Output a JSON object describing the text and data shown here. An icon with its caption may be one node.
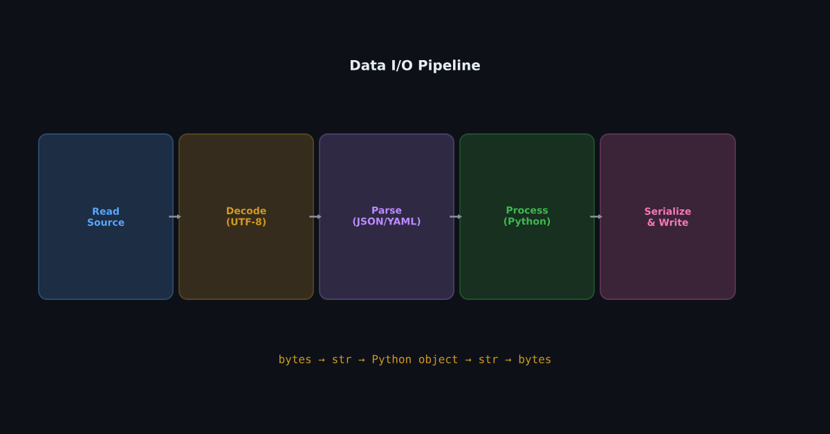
{
  "diagram": {
    "title": "Data I/O Pipeline",
    "nodes": [
      {
        "text": [
          "Read Source"
        ]
      },
      {
        "text": [
          "Decode (UTF-8)"
        ]
      },
      {
        "text": [
          "Parse (JSON/YAML)"
        ]
      },
      {
        "text": [
          "Process (Python)"
        ]
      },
      {
        "text": [
          "Serialize & Write"
        ]
      }
    ],
    "edges": [
      {
        "from": 0,
        "to": 1,
        "arrow": "to"
      },
      {
        "from": 1,
        "to": 2,
        "arrow": "to"
      },
      {
        "from": 2,
        "to": 3,
        "arrow": "to"
      },
      {
        "from": 3,
        "to": 4,
        "arrow": "to"
      }
    ],
    "labels": [
      "bytes → str → Python object → str → bytes"
    ]
  }
}
